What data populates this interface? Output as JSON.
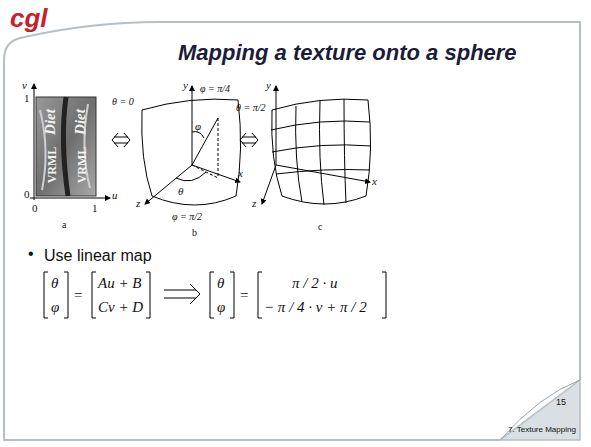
{
  "diagram": {
    "title": "Mapping a texture onto a sphere",
    "labels": [
      "cgl",
      "v",
      "1",
      "0",
      "0",
      "1",
      "u",
      "Diet",
      "VRML",
      "Diet",
      "VRML",
      "a",
      "y",
      "φ = π/4",
      "θ = 0",
      "φ",
      "θ",
      "x",
      "z",
      "φ = π/2",
      "b",
      "y",
      "θ = π/2",
      "x",
      "z",
      "c",
      "•",
      "Use linear map",
      "θ",
      "φ",
      "=",
      "Au + B",
      "Cv + D",
      "θ",
      "φ",
      "=",
      "π / 2 · u",
      "− π / 4 · v + π / 2",
      "15",
      "7. Texture Mapping"
    ]
  }
}
